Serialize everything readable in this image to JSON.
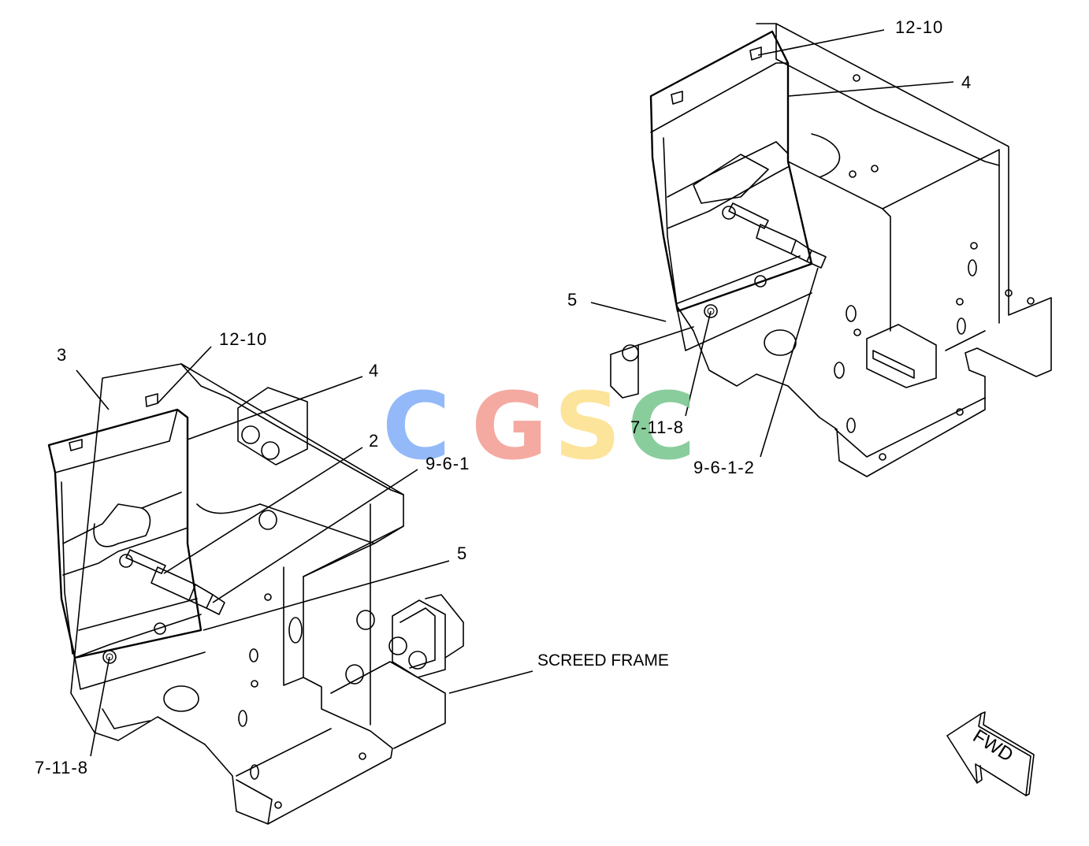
{
  "callouts": {
    "left_3": "3",
    "left_12_10": "12-10",
    "left_4": "4",
    "left_2": "2",
    "left_9_6_1": "9-6-1",
    "left_5": "5",
    "left_7_11_8": "7-11-8",
    "right_12_10": "12-10",
    "right_4": "4",
    "right_5": "5",
    "right_7_11_8": "7-11-8",
    "right_9_6_1_2": "9-6-1-2"
  },
  "screed_frame_label": "SCREED FRAME",
  "fwd_label": "FWD",
  "watermark": {
    "letters": [
      "C",
      "G",
      "S",
      "C"
    ],
    "colors": [
      "#8ab4f8",
      "#f4a39a",
      "#fde293",
      "#81c995"
    ]
  }
}
